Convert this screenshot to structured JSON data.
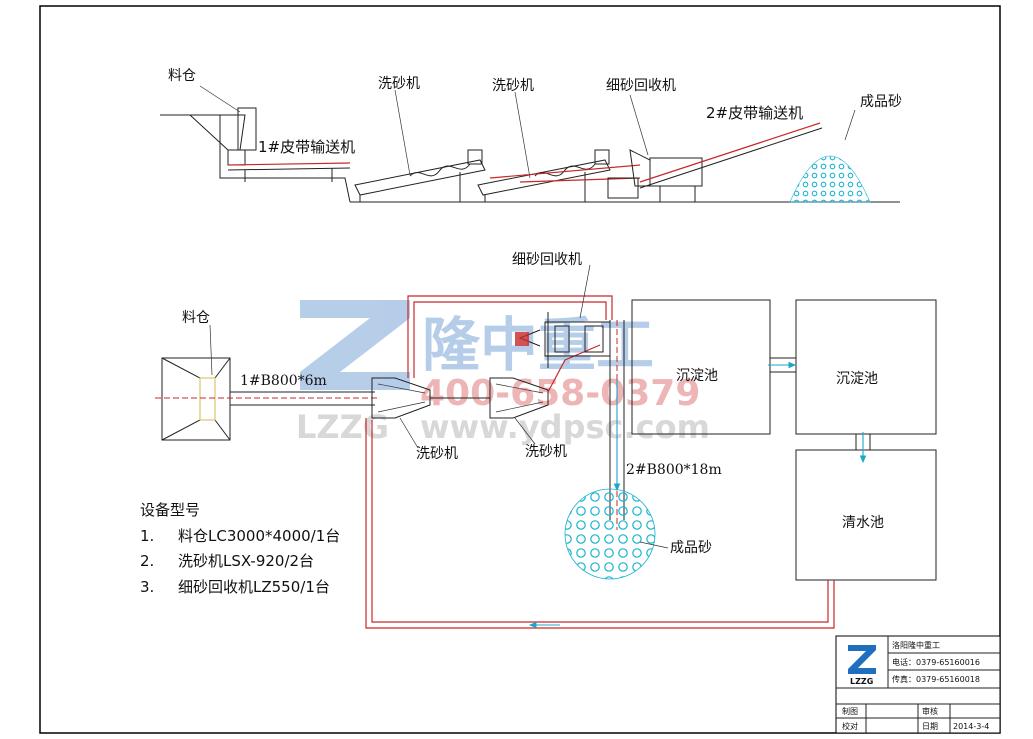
{
  "elevation": {
    "hopper_label": "料仓",
    "conveyor1_label": "1#皮带输送机",
    "washer1_label": "洗砂机",
    "washer2_label": "洗砂机",
    "recycler_label": "细砂回收机",
    "conveyor2_label": "2#皮带输送机",
    "product_label": "成品砂"
  },
  "plan": {
    "hopper_label": "料仓",
    "conveyor1_spec": "1#B800*6m",
    "washer1_label": "洗砂机",
    "washer2_label": "洗砂机",
    "recycler_label": "细砂回收机",
    "conveyor2_spec": "2#B800*18m",
    "product_label": "成品砂",
    "pool1_label": "沉淀池",
    "pool2_label": "沉淀池",
    "pool3_label": "清水池"
  },
  "equipment": {
    "title": "设备型号",
    "items": [
      {
        "num": "1.",
        "text": "料仓LC3000*4000/1台"
      },
      {
        "num": "2.",
        "text": "洗砂机LSX-920/2台"
      },
      {
        "num": "3.",
        "text": "细砂回收机LZ550/1台"
      }
    ]
  },
  "watermark": {
    "brand": "隆中重工",
    "phone": "400-658-0379",
    "abbr": "LZZG",
    "site": "www.ydpsc.com",
    "colors": {
      "blue": "#7aa6d6",
      "red": "#e07a7a",
      "gray": "#b9b9b9"
    }
  },
  "title_block": {
    "company": "洛阳隆中重工",
    "phone": "电话：0379-65160016",
    "fax": "传真：0379-65160018",
    "logo_text": "LZZG",
    "drawn_label": "制图",
    "review_label": "审核",
    "check_label": "校对",
    "date_label": "日期",
    "date": "2014-3-4"
  },
  "colors": {
    "pipe_red": "#c8282a",
    "flow_cyan": "#1aa7c9",
    "dots_cyan": "#19b3cf"
  }
}
